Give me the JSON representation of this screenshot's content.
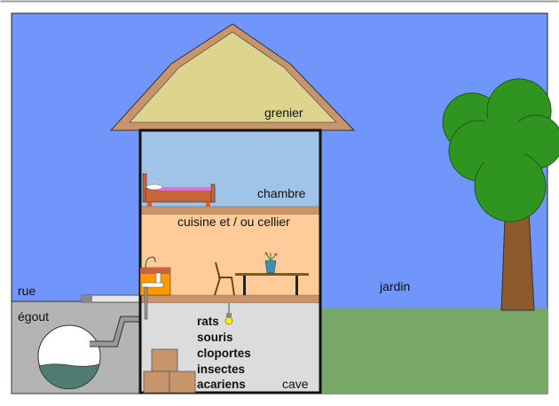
{
  "labels": {
    "attic": "grenier",
    "bedroom": "chambre",
    "kitchen": "cuisine et / ou cellier",
    "garden": "jardin",
    "street": "rue",
    "sewer": "égout",
    "cellar": "cave"
  },
  "pests": [
    "rats",
    "souris",
    "cloportes",
    "insectes",
    "acariens"
  ],
  "colors": {
    "sky": "#7096fb",
    "grass": "#77a86a",
    "attic": "#ddd58e",
    "roof": "#c8956a",
    "bedroom": "#a0c4e8",
    "kitchen": "#ffcc99",
    "cellar": "#dcdcdc",
    "sewer": "#b4b4b4",
    "foliage": "#2f9420",
    "trunk": "#8b5a2b"
  }
}
